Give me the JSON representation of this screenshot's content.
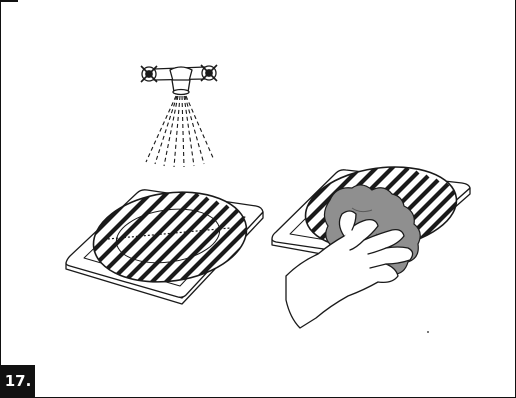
{
  "step": {
    "label": "17."
  },
  "illustration": {
    "panels": [
      {
        "name": "rinse-under-shower",
        "icon": "shower-icon"
      },
      {
        "name": "wipe-with-cloth",
        "icon": "hand-cloth-icon"
      }
    ],
    "stroke_color": "#1a1a1a",
    "cloth_color": "#8f8f8f"
  }
}
